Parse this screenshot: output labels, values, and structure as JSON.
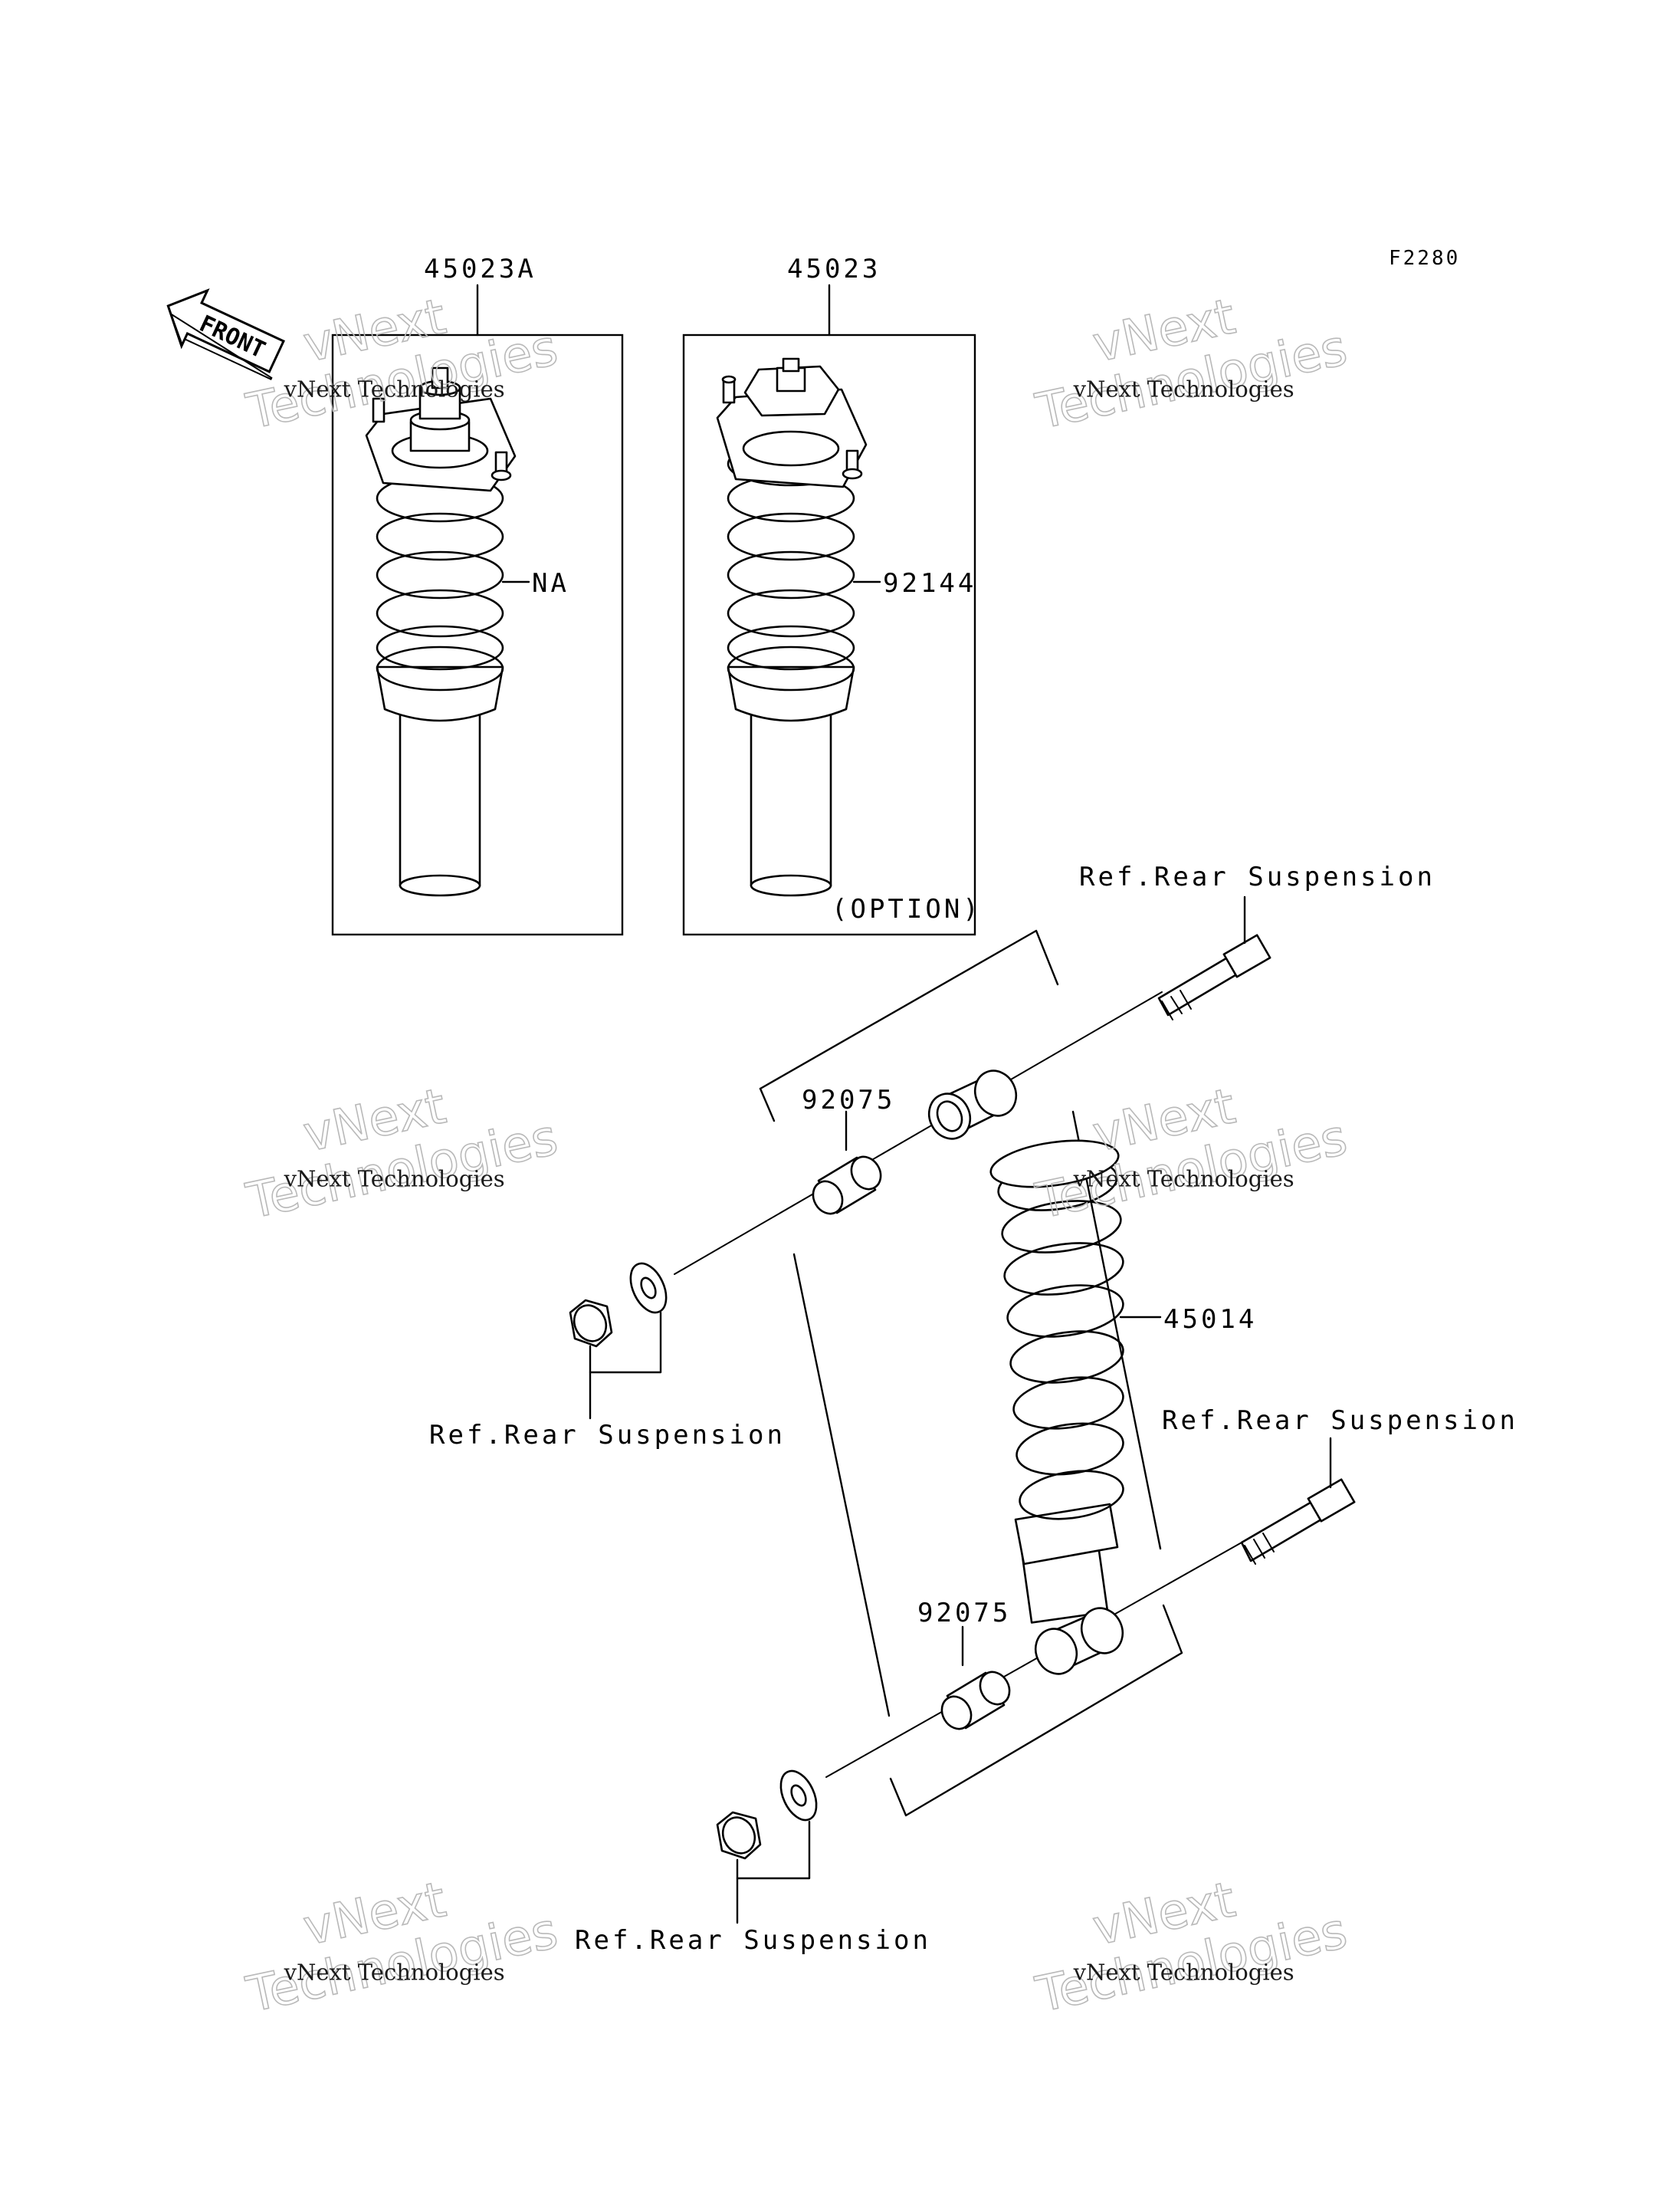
{
  "diagram": {
    "code": "F2280",
    "front_label": "FRONT",
    "labels": {
      "box_left_part": "45023A",
      "box_right_part": "45023",
      "spring_na": "NA",
      "spring_part": "92144",
      "option_note": "(OPTION)",
      "shock_assembly": "45014",
      "bushing_upper": "92075",
      "bushing_lower": "92075",
      "ref_top_right": "Ref.Rear Suspension",
      "ref_mid_left": "Ref.Rear Suspension",
      "ref_mid_right": "Ref.Rear Suspension",
      "ref_bottom": "Ref.Rear Suspension"
    },
    "watermark": {
      "line1": "vNext",
      "line2": "Technologies",
      "caption": "vNext Technologies"
    }
  }
}
